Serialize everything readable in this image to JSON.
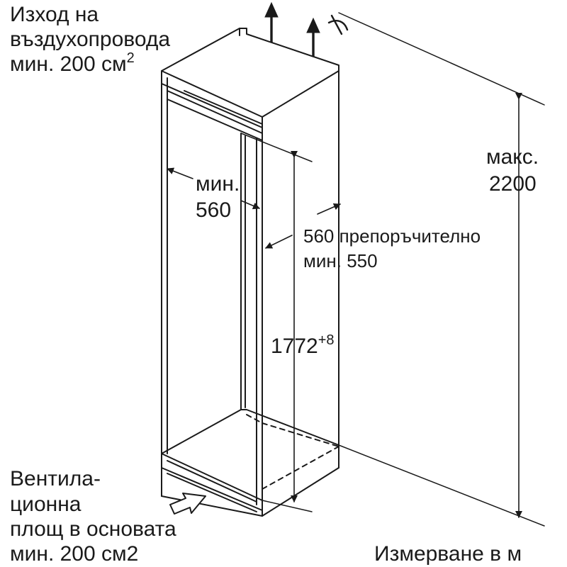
{
  "labels": {
    "top_vent_line1": "Изход на",
    "top_vent_line2": "въздухопровода",
    "top_vent_line3_value": "мин. 200 см",
    "top_vent_line3_sup": "2",
    "width_min_line1": "мин.",
    "width_min_line2": "560",
    "depth_line1": "560 препоръчително",
    "depth_line2": "мин. 550",
    "height_niche_value": "1772",
    "height_niche_tolerance": "+8",
    "max_height_line1": "макс.",
    "max_height_line2": "2200",
    "bottom_vent_line1": "Вентила-",
    "bottom_vent_line2": "ционна",
    "bottom_vent_line3": "площ в основата",
    "bottom_vent_line4": "мин. 200 см2",
    "units_note": "Измерване в м"
  },
  "colors": {
    "ink": "#1a1a1a",
    "background": "#ffffff"
  },
  "icons": {
    "airflow_up": "arrow-up-icon",
    "airflow_in": "arrow-right-outline-icon",
    "tilt_marker": "pivot-icon"
  }
}
